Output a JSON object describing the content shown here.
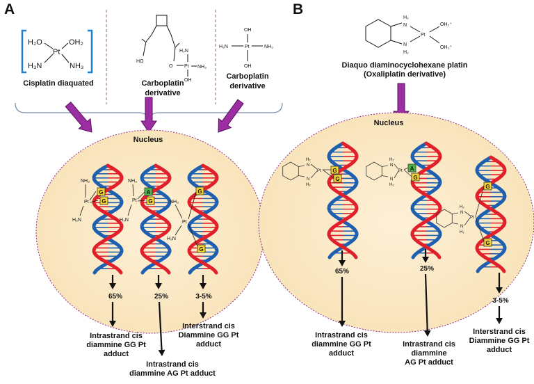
{
  "colors": {
    "nucleus_fill": "#fbe8c4",
    "nucleus_border": "#8a2a8a",
    "arrow_fill": "#9b2ea0",
    "dna_red": "#e0202a",
    "dna_blue": "#1f5fb0",
    "guanine_box": "#f2d232",
    "adenine_box": "#4db848",
    "bracket_blue": "#1e7fd0"
  },
  "panel_a": {
    "letter": "A",
    "cisplatin": {
      "label": "Cisplatin diaquated",
      "atoms": {
        "h2o_left": "H₂O",
        "pt": "Pt",
        "oh2_right": "OH₂",
        "h3n": "H₃N",
        "nh3": "NH₃"
      }
    },
    "carboplatin_1": {
      "label_line1": "Carboplatin",
      "label_line2": "derivative",
      "atoms": {
        "ho": "HO",
        "o": "O",
        "pt": "Pt",
        "h3n": "H₃N",
        "nh3": "NH₃",
        "oh": "OH"
      }
    },
    "carboplatin_2": {
      "label_line1": "Carboplatin",
      "label_line2": "derivative",
      "atoms": {
        "oh_top": "OH",
        "oh_bottom": "OH",
        "pt": "Pt",
        "h3n": "H₃N",
        "nh3": "NH₃"
      }
    },
    "nucleus_label": "Nucleus",
    "adduct_atoms": {
      "nh3": "NH₃",
      "h3n": "H₃N",
      "pt": "Pt",
      "g": "G",
      "a": "A"
    },
    "percentages": [
      "65%",
      "25%",
      "3-5%"
    ],
    "outcomes": [
      {
        "line1": "Intrastrand cis",
        "line2": "diammine GG Pt",
        "line3": "adduct"
      },
      {
        "line1": "Intrastrand cis",
        "line2": "diammine AG Pt adduct"
      },
      {
        "line1": "Interstrand cis",
        "line2": "Diammine GG Pt",
        "line3": "adduct"
      }
    ]
  },
  "panel_b": {
    "letter": "B",
    "oxaliplatin": {
      "label_line1": "Diaquo diaminocyclohexane platin",
      "label_line2": "(Oxaliplatin derivative)",
      "atoms": {
        "h2_top": "H₂",
        "h2_bottom": "H₂",
        "n": "N",
        "pt": "Pt",
        "oh2_top": "OH₂⁺",
        "oh2_bottom": "OH₂⁺"
      }
    },
    "nucleus_label": "Nucleus",
    "adduct_atoms": {
      "n": "N",
      "h2": "H₂",
      "pt": "Pt",
      "g": "G",
      "a": "A"
    },
    "percentages": [
      "65%",
      "25%",
      "3-5%"
    ],
    "outcomes": [
      {
        "line1": "Intrastrand cis",
        "line2": "diammine GG Pt",
        "line3": "adduct"
      },
      {
        "line1": "Intrastrand cis",
        "line2": "diammine",
        "line3": "AG Pt adduct"
      },
      {
        "line1": "Interstrand cis",
        "line2": "Diammine GG Pt",
        "line3": "adduct"
      }
    ]
  }
}
